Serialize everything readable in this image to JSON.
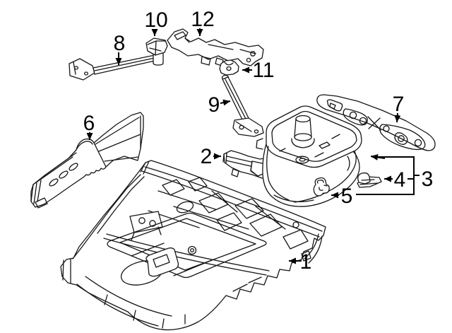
{
  "diagram": {
    "kind": "exploded-parts-line-diagram",
    "background_color": "#ffffff",
    "line_color": "#161616",
    "callout_color": "#000000",
    "callouts": [
      {
        "label": "1"
      },
      {
        "label": "2"
      },
      {
        "label": "3"
      },
      {
        "label": "4"
      },
      {
        "label": "5"
      },
      {
        "label": "6"
      },
      {
        "label": "7"
      },
      {
        "label": "8"
      },
      {
        "label": "9"
      },
      {
        "label": "10"
      },
      {
        "label": "11"
      },
      {
        "label": "12"
      }
    ]
  }
}
